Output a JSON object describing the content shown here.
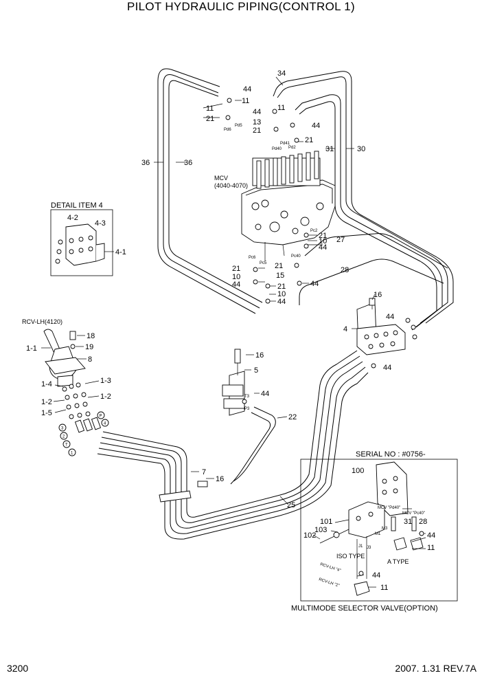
{
  "title": "PILOT HYDRAULIC PIPING(CONTROL 1)",
  "page_number": "3200",
  "revision": "2007. 1.31  REV.7A",
  "headings": {
    "detail": "DETAIL ITEM 4",
    "serial": "SERIAL NO : #0756-",
    "mcv_name": "MCV",
    "mcv_model": "(4040-4070)",
    "rcv": "RCV-LH(4120)",
    "multimode": "MULTIMODE SELECTOR VALVE(OPTION)",
    "iso_type": "ISO  TYPE",
    "a_type": "A  TYPE",
    "mcv_pd40": "MCV \"Pd40\"",
    "mcv_pc40": "MCV \"Pc40\"",
    "rcv_lh_4": "RCV-LH \"4\"",
    "rcv_lh_2": "RCV-LH \"2\""
  },
  "part_labels": [
    {
      "id": "c34",
      "text": "34"
    },
    {
      "id": "c44a",
      "text": "44"
    },
    {
      "id": "c11a",
      "text": "11"
    },
    {
      "id": "c11b",
      "text": "11"
    },
    {
      "id": "c21a",
      "text": "21"
    },
    {
      "id": "c11c",
      "text": "11"
    },
    {
      "id": "c44b",
      "text": "44"
    },
    {
      "id": "c13",
      "text": "13"
    },
    {
      "id": "c21b",
      "text": "21"
    },
    {
      "id": "c44c",
      "text": "44"
    },
    {
      "id": "c21c",
      "text": "21"
    },
    {
      "id": "c31",
      "text": "31"
    },
    {
      "id": "c30",
      "text": "30"
    },
    {
      "id": "c36a",
      "text": "36"
    },
    {
      "id": "c36b",
      "text": "36"
    },
    {
      "id": "c21d",
      "text": "21"
    },
    {
      "id": "c10a",
      "text": "10"
    },
    {
      "id": "c44d",
      "text": "44"
    },
    {
      "id": "c27",
      "text": "27"
    },
    {
      "id": "c21e",
      "text": "21"
    },
    {
      "id": "c15",
      "text": "15"
    },
    {
      "id": "c44e",
      "text": "44"
    },
    {
      "id": "c28",
      "text": "28"
    },
    {
      "id": "c21f",
      "text": "21"
    },
    {
      "id": "c10b",
      "text": "10"
    },
    {
      "id": "c44f",
      "text": "44"
    },
    {
      "id": "c21g",
      "text": "21"
    },
    {
      "id": "c10c",
      "text": "10"
    },
    {
      "id": "c44g",
      "text": "44"
    },
    {
      "id": "c16a",
      "text": "16"
    },
    {
      "id": "c44h",
      "text": "44"
    },
    {
      "id": "c4",
      "text": "4"
    },
    {
      "id": "c44i",
      "text": "44"
    },
    {
      "id": "c16b",
      "text": "16"
    },
    {
      "id": "c5",
      "text": "5"
    },
    {
      "id": "c44j",
      "text": "44"
    },
    {
      "id": "c22",
      "text": "22"
    },
    {
      "id": "c7",
      "text": "7"
    },
    {
      "id": "c16c",
      "text": "16"
    },
    {
      "id": "c25",
      "text": "25"
    },
    {
      "id": "c18",
      "text": "18"
    },
    {
      "id": "c19",
      "text": "19"
    },
    {
      "id": "c11d",
      "text": "1-1"
    },
    {
      "id": "c8",
      "text": "8"
    },
    {
      "id": "c14",
      "text": "1-4"
    },
    {
      "id": "c13b",
      "text": "1-3"
    },
    {
      "id": "c12a",
      "text": "1-2"
    },
    {
      "id": "c12b",
      "text": "1-2"
    },
    {
      "id": "c15b",
      "text": "1-5"
    },
    {
      "id": "c42",
      "text": "4-2"
    },
    {
      "id": "c43",
      "text": "4-3"
    },
    {
      "id": "c41",
      "text": "4-1"
    },
    {
      "id": "c100",
      "text": "100"
    },
    {
      "id": "c101",
      "text": "101"
    },
    {
      "id": "c103",
      "text": "103"
    },
    {
      "id": "c102",
      "text": "102"
    },
    {
      "id": "c31b",
      "text": "31"
    },
    {
      "id": "c28b",
      "text": "28"
    },
    {
      "id": "c44k",
      "text": "44"
    },
    {
      "id": "c11e",
      "text": "11"
    },
    {
      "id": "c44l",
      "text": "44"
    },
    {
      "id": "c11f",
      "text": "11"
    }
  ],
  "circled_labels": [
    {
      "id": "p",
      "text": "P"
    },
    {
      "id": "n4",
      "text": "4"
    },
    {
      "id": "n3",
      "text": "3"
    },
    {
      "id": "n2",
      "text": "2"
    },
    {
      "id": "t",
      "text": "T"
    },
    {
      "id": "n1",
      "text": "1"
    }
  ],
  "port_labels": [
    {
      "id": "pd5",
      "text": "Pd5"
    },
    {
      "id": "pd6",
      "text": "Pd6"
    },
    {
      "id": "pd41",
      "text": "Pd41"
    },
    {
      "id": "pd40",
      "text": "Pd40"
    },
    {
      "id": "pd2",
      "text": "Pd2"
    },
    {
      "id": "pc2",
      "text": "Pc2"
    },
    {
      "id": "pc6",
      "text": "Pc6"
    },
    {
      "id": "pc5",
      "text": "Pc5"
    },
    {
      "id": "pc40",
      "text": "Pc40"
    },
    {
      "id": "m3",
      "text": "M3"
    },
    {
      "id": "m1",
      "text": "M1"
    },
    {
      "id": "j1",
      "text": "J1"
    },
    {
      "id": "j3",
      "text": "J3"
    },
    {
      "id": "t3",
      "text": "T3"
    },
    {
      "id": "p3",
      "text": "P3"
    }
  ]
}
